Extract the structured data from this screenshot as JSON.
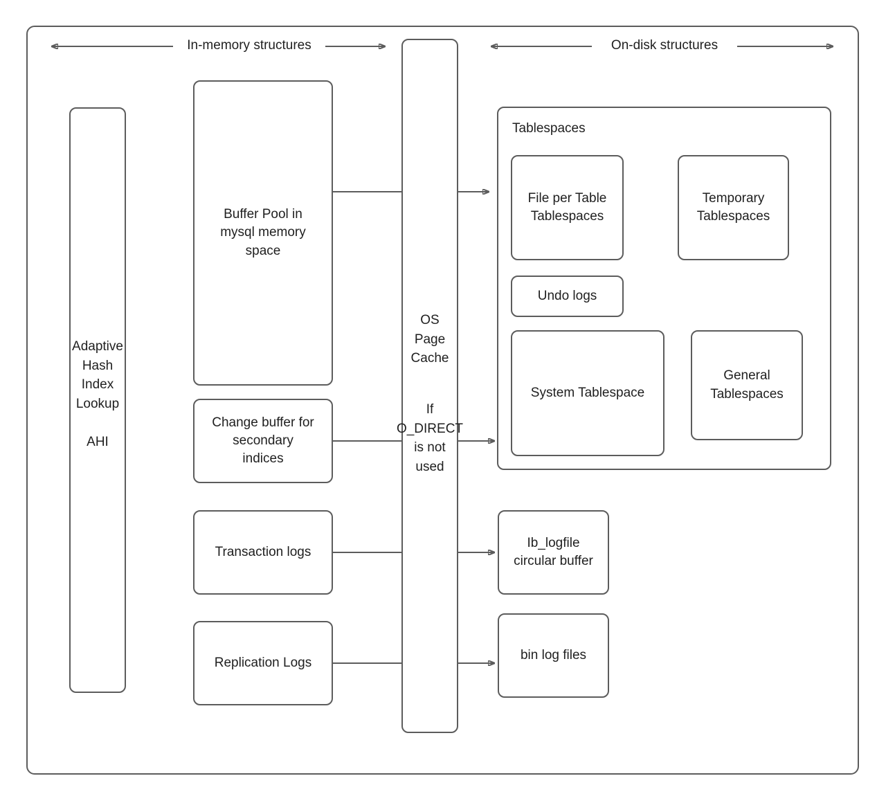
{
  "diagram": {
    "title": "MySQL InnoDB memory and disk structures",
    "stroke_color": "#5c5c5c",
    "text_color": "#1f1f1f",
    "background": "#ffffff"
  },
  "headers": {
    "in_memory": "In-memory structures",
    "on_disk": "On-disk structures"
  },
  "memory": {
    "ahi": "Adaptive\nHash\nIndex\nLookup\n\nAHI",
    "buffer_pool": "Buffer Pool in\nmysql memory\nspace",
    "change_buffer": "Change buffer for\nsecondary\nindices",
    "transaction_logs": "Transaction logs",
    "replication_logs": "Replication Logs"
  },
  "page_cache": {
    "title": "OS\nPage\nCache",
    "condition": "If\nO_DIRECT\nis not\nused"
  },
  "disk": {
    "tablespaces_label": "Tablespaces",
    "file_per_table": "File per Table\nTablespaces",
    "temporary": "Temporary\nTablespaces",
    "undo_logs": "Undo logs",
    "system_tablespace": "System Tablespace",
    "general_tablespaces": "General\nTablespaces",
    "ib_logfile": "Ib_logfile\ncircular buffer",
    "bin_log_files": "bin log files"
  },
  "connectors": [
    {
      "name": "buffer-pool-to-file-per-table",
      "from": "buffer_pool",
      "to": "file_per_table"
    },
    {
      "name": "change-buffer-to-tablespaces",
      "from": "change_buffer",
      "to": "tablespaces"
    },
    {
      "name": "transaction-logs-to-ib-logfile",
      "from": "transaction_logs",
      "to": "ib_logfile"
    },
    {
      "name": "replication-logs-to-bin-log-files",
      "from": "replication_logs",
      "to": "bin_log_files"
    }
  ]
}
